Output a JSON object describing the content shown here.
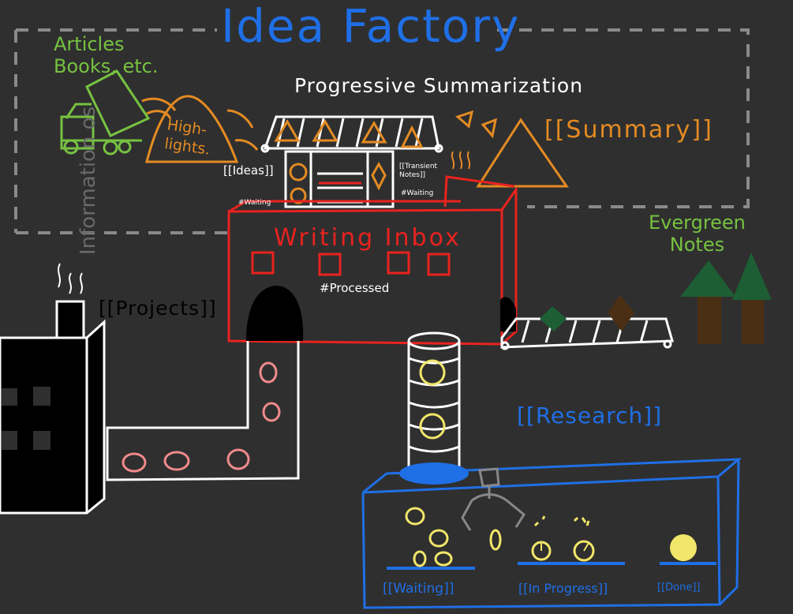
{
  "title": "Idea Factory",
  "subtitle": "Progressive Summarization",
  "sources": {
    "side_label": "Information os",
    "articles_label": "Articles\nBooks, etc.",
    "highlights_label": "High-\nlights."
  },
  "summary_label": "[[Summary]]",
  "ideas_label": "[[Ideas]]",
  "transient_label": "[[Transient\nNotes]]",
  "waiting_tag_left": "#Waiting",
  "waiting_tag_right": "#Waiting",
  "inbox": {
    "label": "Writing Inbox",
    "processed_tag": "#Processed"
  },
  "evergreen_label": "Evergreen\nNotes",
  "projects_label": "[[Projects]]",
  "research": {
    "label": "[[Research]]",
    "bins": {
      "waiting": "[[Waiting]]",
      "in_progress": "[[In Progress]]",
      "done": "[[Done]]"
    }
  },
  "colors": {
    "background": "#2f2f2f",
    "blue": "#1f6fe6",
    "green": "#77c241",
    "orange": "#e48b23",
    "red": "#e8231f",
    "pink": "#f08a8a",
    "yellow": "#f2e66a",
    "tree_green": "#1d5e35",
    "trunk_brown": "#4a2f14"
  }
}
